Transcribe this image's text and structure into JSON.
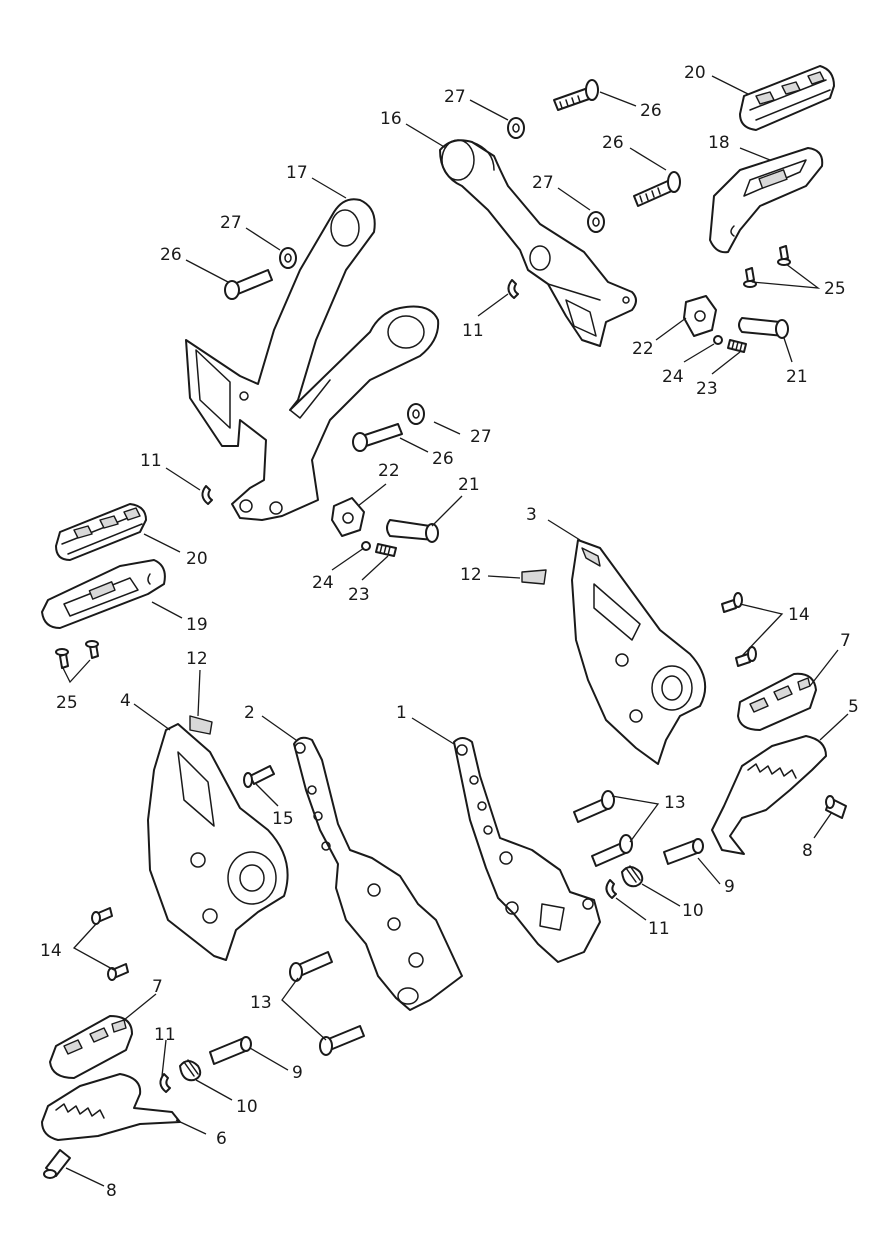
{
  "diagram": {
    "callouts": [
      {
        "id": "c27a",
        "text": "27"
      },
      {
        "id": "c26a",
        "text": "26"
      },
      {
        "id": "c20a",
        "text": "20"
      },
      {
        "id": "c16",
        "text": "16"
      },
      {
        "id": "c26b",
        "text": "26"
      },
      {
        "id": "c18",
        "text": "18"
      },
      {
        "id": "c27b",
        "text": "27"
      },
      {
        "id": "c17",
        "text": "17"
      },
      {
        "id": "c27c",
        "text": "27"
      },
      {
        "id": "c26c",
        "text": "26"
      },
      {
        "id": "c25a",
        "text": "25"
      },
      {
        "id": "c11a",
        "text": "11"
      },
      {
        "id": "c22a",
        "text": "22"
      },
      {
        "id": "c24a",
        "text": "24"
      },
      {
        "id": "c23a",
        "text": "23"
      },
      {
        "id": "c21a",
        "text": "21"
      },
      {
        "id": "c27d",
        "text": "27"
      },
      {
        "id": "c26d",
        "text": "26"
      },
      {
        "id": "c11b",
        "text": "11"
      },
      {
        "id": "c22b",
        "text": "22"
      },
      {
        "id": "c21b",
        "text": "21"
      },
      {
        "id": "c20b",
        "text": "20"
      },
      {
        "id": "c24b",
        "text": "24"
      },
      {
        "id": "c23b",
        "text": "23"
      },
      {
        "id": "c3",
        "text": "3"
      },
      {
        "id": "c12a",
        "text": "12"
      },
      {
        "id": "c19",
        "text": "19"
      },
      {
        "id": "c14a",
        "text": "14"
      },
      {
        "id": "c25b",
        "text": "25"
      },
      {
        "id": "c12b",
        "text": "12"
      },
      {
        "id": "c7a",
        "text": "7"
      },
      {
        "id": "c4",
        "text": "4"
      },
      {
        "id": "c2",
        "text": "2"
      },
      {
        "id": "c1",
        "text": "1"
      },
      {
        "id": "c5",
        "text": "5"
      },
      {
        "id": "c15",
        "text": "15"
      },
      {
        "id": "c13a",
        "text": "13"
      },
      {
        "id": "c8a",
        "text": "8"
      },
      {
        "id": "c9a",
        "text": "9"
      },
      {
        "id": "c10a",
        "text": "10"
      },
      {
        "id": "c11c",
        "text": "11"
      },
      {
        "id": "c14b",
        "text": "14"
      },
      {
        "id": "c13b",
        "text": "13"
      },
      {
        "id": "c7b",
        "text": "7"
      },
      {
        "id": "c11d",
        "text": "11"
      },
      {
        "id": "c9b",
        "text": "9"
      },
      {
        "id": "c10b",
        "text": "10"
      },
      {
        "id": "c6",
        "text": "6"
      },
      {
        "id": "c8b",
        "text": "8"
      }
    ]
  }
}
